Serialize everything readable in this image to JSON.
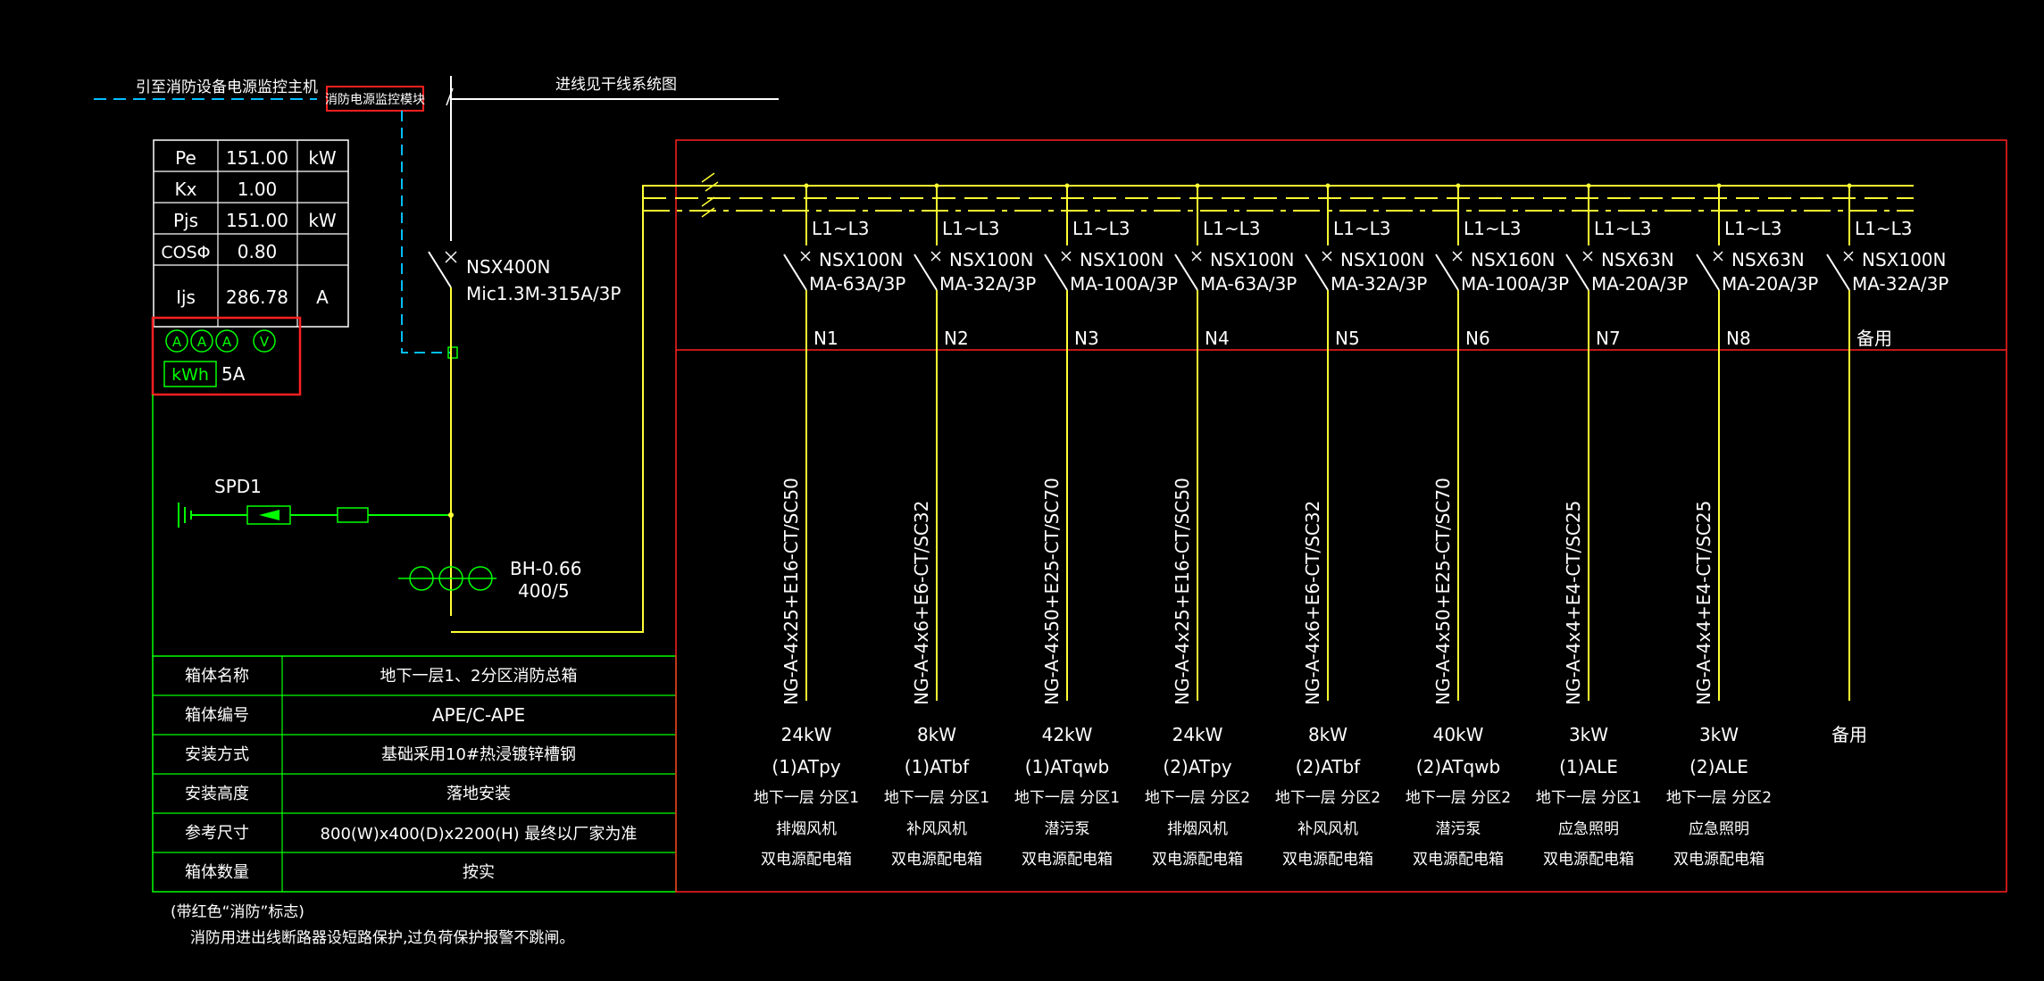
{
  "colors": {
    "background": "#000000",
    "white": "#ffffff",
    "yellow": "#ffff33",
    "green": "#00ff00",
    "red": "#ff2020",
    "cyan": "#00bfff"
  },
  "top": {
    "monitor_lead": "引至消防设备电源监控主机",
    "monitor_module": "消防电源监控模块",
    "incoming_ref": "进线见干线系统图"
  },
  "load_table": [
    {
      "label": "Pe",
      "value": "151.00",
      "unit": "kW"
    },
    {
      "label": "Kx",
      "value": "1.00",
      "unit": ""
    },
    {
      "label": "Pjs",
      "value": "151.00",
      "unit": "kW"
    },
    {
      "label": "COSΦ",
      "value": "0.80",
      "unit": ""
    },
    {
      "label": "Ijs",
      "value": "286.78",
      "unit": "A"
    }
  ],
  "meters": {
    "ammeter_glyph": "A",
    "voltmeter_glyph": "V",
    "kwh_label": "kWh",
    "kwh_current": "5A"
  },
  "main_breaker": {
    "model": "NSX400N",
    "trip": "Mic1.3M-315A/3P"
  },
  "spd": {
    "label": "SPD1"
  },
  "ct": {
    "model": "BH-0.66",
    "ratio": "400/5"
  },
  "info_table": [
    {
      "key": "箱体名称",
      "value": "地下一层1、2分区消防总箱"
    },
    {
      "key": "箱体编号",
      "value": "APE/C-APE"
    },
    {
      "key": "安装方式",
      "value": "基础采用10#热浸镀锌槽钢"
    },
    {
      "key": "安装高度",
      "value": "落地安装"
    },
    {
      "key": "参考尺寸",
      "value": "800(W)x400(D)x2200(H) 最终以厂家为准"
    },
    {
      "key": "箱体数量",
      "value": "按实"
    }
  ],
  "note": {
    "line1": "(带红色“消防”标志)",
    "line2": "消防用进出线断路器设短路保护,过负荷保护报警不跳闸。"
  },
  "circuits": [
    {
      "phase": "L1~L3",
      "breaker": "NSX100N",
      "trip": "MA-63A/3P",
      "id": "N1",
      "cable": "NG-A-4x25+E16-CT/SC50",
      "power": "24kW",
      "code": "(1)ATpy",
      "area": "地下一层 分区1",
      "use": "排烟风机",
      "box": "双电源配电箱"
    },
    {
      "phase": "L1~L3",
      "breaker": "NSX100N",
      "trip": "MA-32A/3P",
      "id": "N2",
      "cable": "NG-A-4x6+E6-CT/SC32",
      "power": "8kW",
      "code": "(1)ATbf",
      "area": "地下一层 分区1",
      "use": "补风风机",
      "box": "双电源配电箱"
    },
    {
      "phase": "L1~L3",
      "breaker": "NSX100N",
      "trip": "MA-100A/3P",
      "id": "N3",
      "cable": "NG-A-4x50+E25-CT/SC70",
      "power": "42kW",
      "code": "(1)ATqwb",
      "area": "地下一层 分区1",
      "use": "潜污泵",
      "box": "双电源配电箱"
    },
    {
      "phase": "L1~L3",
      "breaker": "NSX100N",
      "trip": "MA-63A/3P",
      "id": "N4",
      "cable": "NG-A-4x25+E16-CT/SC50",
      "power": "24kW",
      "code": "(2)ATpy",
      "area": "地下一层 分区2",
      "use": "排烟风机",
      "box": "双电源配电箱"
    },
    {
      "phase": "L1~L3",
      "breaker": "NSX100N",
      "trip": "MA-32A/3P",
      "id": "N5",
      "cable": "NG-A-4x6+E6-CT/SC32",
      "power": "8kW",
      "code": "(2)ATbf",
      "area": "地下一层 分区2",
      "use": "补风风机",
      "box": "双电源配电箱"
    },
    {
      "phase": "L1~L3",
      "breaker": "NSX160N",
      "trip": "MA-100A/3P",
      "id": "N6",
      "cable": "NG-A-4x50+E25-CT/SC70",
      "power": "40kW",
      "code": "(2)ATqwb",
      "area": "地下一层 分区2",
      "use": "潜污泵",
      "box": "双电源配电箱"
    },
    {
      "phase": "L1~L3",
      "breaker": "NSX63N",
      "trip": "MA-20A/3P",
      "id": "N7",
      "cable": "NG-A-4x4+E4-CT/SC25",
      "power": "3kW",
      "code": "(1)ALE",
      "area": "地下一层 分区1",
      "use": "应急照明",
      "box": "双电源配电箱"
    },
    {
      "phase": "L1~L3",
      "breaker": "NSX63N",
      "trip": "MA-20A/3P",
      "id": "N8",
      "cable": "NG-A-4x4+E4-CT/SC25",
      "power": "3kW",
      "code": "(2)ALE",
      "area": "地下一层 分区2",
      "use": "应急照明",
      "box": "双电源配电箱"
    },
    {
      "phase": "L1~L3",
      "breaker": "NSX100N",
      "trip": "MA-32A/3P",
      "id": "备用",
      "cable": "",
      "power": "备用",
      "code": "",
      "area": "",
      "use": "",
      "box": ""
    }
  ]
}
